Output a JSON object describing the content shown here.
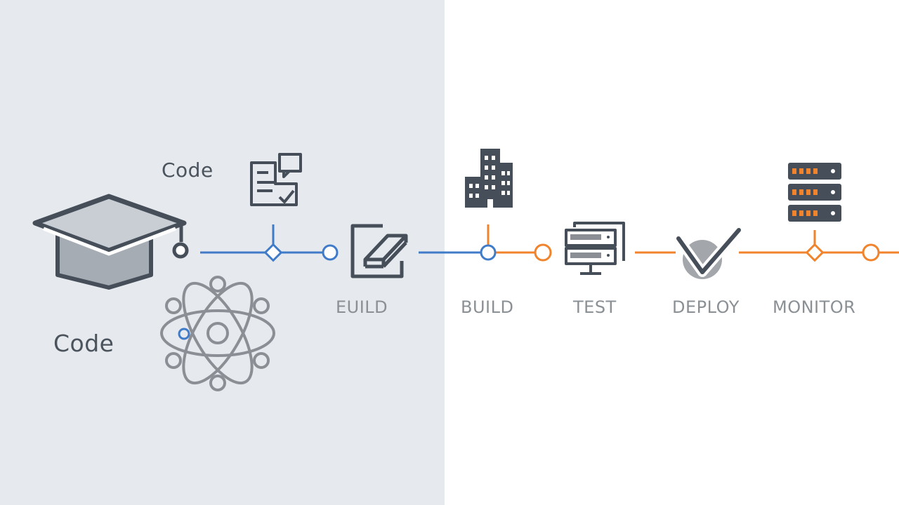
{
  "labels": {
    "code_small": "Code",
    "code_large": "Code",
    "build_1": "EUILD",
    "build_2": "BUILD",
    "test": "TEST",
    "deploy": "DEPLOY",
    "monitor": "MONITOR"
  },
  "colors": {
    "panel_left": "#e6e9ed",
    "panel_right": "#ffffff",
    "line_blue": "#3f7bc8",
    "line_orange": "#f0832b",
    "icon_dark": "#454e59",
    "icon_gray": "#8b8f95",
    "text_dark": "#4b535c",
    "text_gray": "#8b9095"
  },
  "icons": [
    "graduation-cap-icon",
    "atom-icon",
    "document-checklist-icon",
    "pencil-block-icon",
    "office-building-icon",
    "monitor-stack-icon",
    "checkmark-badge-icon",
    "server-rack-icon"
  ]
}
